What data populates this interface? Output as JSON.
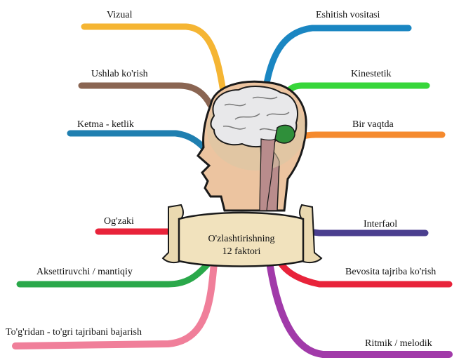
{
  "center": {
    "line1": "O'zlashtirishning",
    "line2": "12 faktori"
  },
  "branches": {
    "vizual": {
      "label": "Vizual",
      "color": "#f5b533"
    },
    "ushlab": {
      "label": "Ushlab ko'rish",
      "color": "#8a6552"
    },
    "ketma": {
      "label": "Ketma - ketlik",
      "color": "#1f7fb0"
    },
    "ogzaki": {
      "label": "Og'zaki",
      "color": "#e8233a"
    },
    "aksettiruvchi": {
      "label": "Aksettiruvchi / mantiqiy",
      "color": "#2aa84a"
    },
    "togridan": {
      "label": "To'g'ridan - to'gri tajribani bajarish",
      "color": "#f07f9a"
    },
    "eshitish": {
      "label": "Eshitish vositasi",
      "color": "#1a86c2"
    },
    "kinestetik": {
      "label": "Kinestetik",
      "color": "#37d63a"
    },
    "birvaqtda": {
      "label": "Bir vaqtda",
      "color": "#f58a2e"
    },
    "interfaol": {
      "label": "Interfaol",
      "color": "#4b3f8f"
    },
    "bevosita": {
      "label": "Bevosita  tajriba ko'rish",
      "color": "#e8233a"
    },
    "ritmik": {
      "label": "Ritmik / melodik",
      "color": "#a13aa9"
    }
  }
}
